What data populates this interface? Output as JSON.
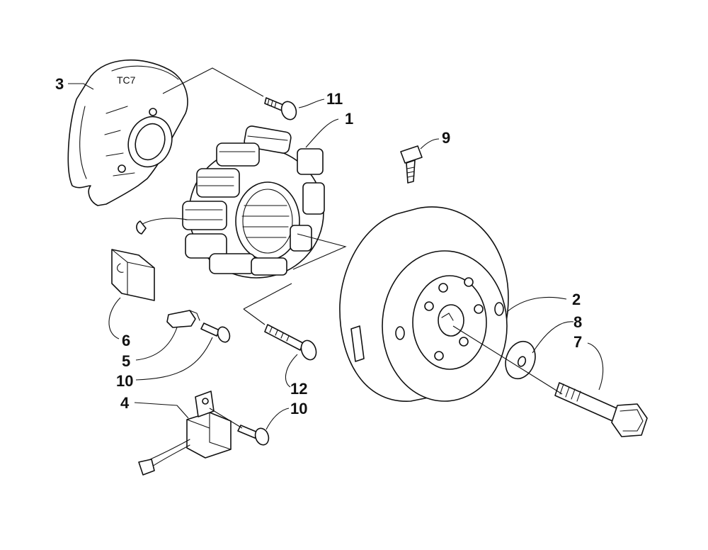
{
  "diagram": {
    "callouts": [
      {
        "id": "c1",
        "label": "1"
      },
      {
        "id": "c2",
        "label": "2"
      },
      {
        "id": "c3",
        "label": "3"
      },
      {
        "id": "c4",
        "label": "4"
      },
      {
        "id": "c5",
        "label": "5"
      },
      {
        "id": "c6",
        "label": "6"
      },
      {
        "id": "c7",
        "label": "7"
      },
      {
        "id": "c8",
        "label": "8"
      },
      {
        "id": "c9",
        "label": "9"
      },
      {
        "id": "c10a",
        "label": "10"
      },
      {
        "id": "c10b",
        "label": "10"
      },
      {
        "id": "c11",
        "label": "11"
      },
      {
        "id": "c12",
        "label": "12"
      }
    ],
    "colors": {
      "line": "#111111",
      "background": "#ffffff"
    }
  }
}
